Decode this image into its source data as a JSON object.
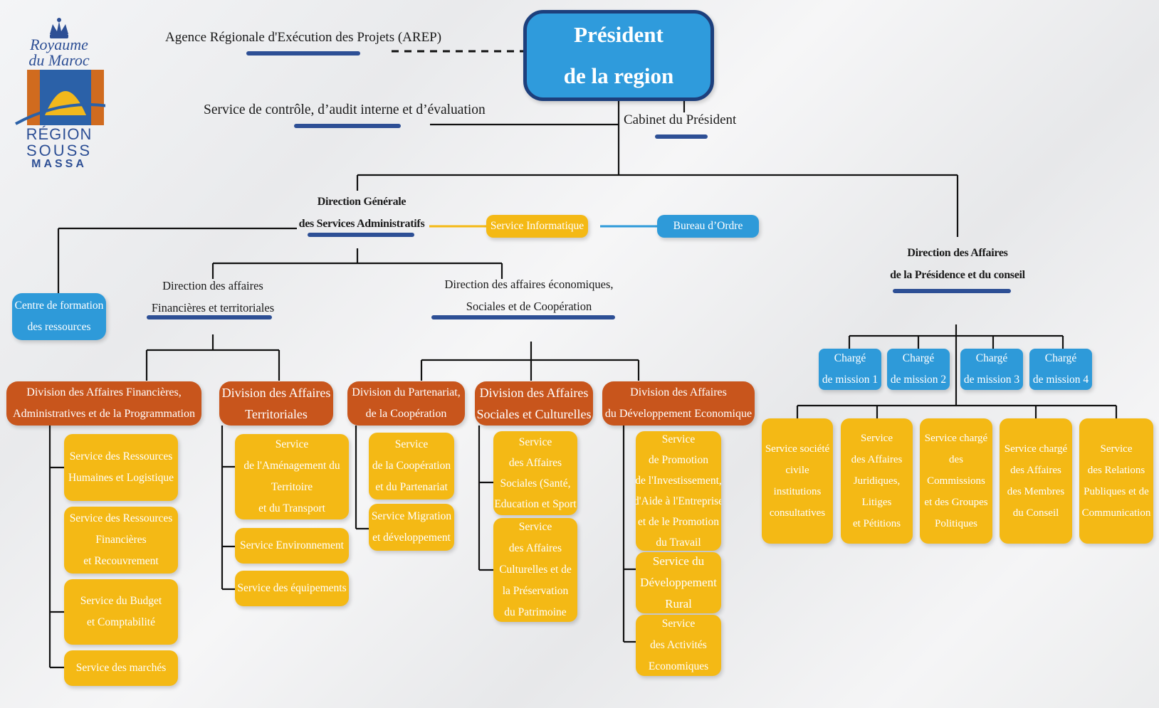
{
  "logo": {
    "line1": "Royaume",
    "line2": "du Maroc",
    "line3": "RÉGION",
    "line4": "SOUSS",
    "line5": "MASSA"
  },
  "president": [
    "Président",
    "de la region"
  ],
  "arep": "Agence Régionale d'Exécution des Projets (AREP)",
  "audit": "Service  de contrôle, d’audit interne et d’évaluation",
  "cabinet": "Cabinet du Président",
  "dgsa": [
    "Direction Générale",
    "des Services Administratifs"
  ],
  "service_informatique": "Service Informatique",
  "bureau_ordre": "Bureau d’Ordre",
  "centre_formation": [
    "Centre de formation",
    "des ressources"
  ],
  "dir_fin": [
    "Direction des affaires",
    "Financières et territoriales"
  ],
  "dir_eco": [
    "Direction des affaires économiques,",
    "Sociales et de Coopération"
  ],
  "dir_presidence": [
    "Direction des Affaires",
    "de la  Présidence et du conseil"
  ],
  "divisions": {
    "fin_admin": [
      "Division  des Affaires Financières,",
      "Administratives et de la Programmation"
    ],
    "territoriales": [
      "Division des Affaires",
      "Territoriales"
    ],
    "partenariat": [
      "Division du Partenariat,",
      "de la Coopération"
    ],
    "sociales": [
      "Division des Affaires",
      "Sociales et Culturelles"
    ],
    "developpement": [
      "Division des Affaires",
      "du Développement Economique"
    ]
  },
  "services_fin": [
    [
      "Service  des Ressources",
      "Humaines et Logistique"
    ],
    [
      "Service des Ressources",
      "Financières",
      "et Recouvrement"
    ],
    [
      "Service du Budget",
      "et Comptabilité"
    ],
    [
      "Service des marchés"
    ]
  ],
  "services_terr": [
    [
      "Service",
      "de l'Aménagement du",
      "Territoire",
      "et du Transport"
    ],
    [
      "Service Environnement"
    ],
    [
      "Service des équipements"
    ]
  ],
  "services_part": [
    [
      "Service",
      "de la Coopération",
      "et du Partenariat"
    ],
    [
      "Service Migration",
      "et développement"
    ]
  ],
  "services_soc": [
    [
      "Service",
      "des Affaires",
      "Sociales (Santé,",
      "Education et Sport"
    ],
    [
      "Service",
      "des Affaires",
      "Culturelles et de",
      "la Préservation",
      "du Patrimoine"
    ]
  ],
  "services_dev": [
    [
      "Service",
      "de Promotion",
      "de l'Investissement,",
      "d'Aide à l'Entreprise",
      "et de le Promotion",
      "du Travail"
    ],
    [
      "Service du",
      "Développement",
      "Rural"
    ],
    [
      "Service",
      "des Activités",
      "Economiques"
    ]
  ],
  "charges": [
    [
      "Chargé",
      "de mission 1"
    ],
    [
      "Chargé",
      "de mission 2"
    ],
    [
      "Chargé",
      "de mission 3"
    ],
    [
      "Chargé",
      "de mission 4"
    ]
  ],
  "services_pres": [
    [
      "Service société",
      "civile",
      "institutions",
      "consultatives"
    ],
    [
      "Service",
      "des Affaires",
      "Juridiques,",
      "Litiges",
      "et Pétitions"
    ],
    [
      "Service chargé",
      "des",
      "Commissions",
      "et des Groupes",
      "Politiques"
    ],
    [
      "Service chargé",
      "des Affaires",
      "des Membres",
      "du Conseil"
    ],
    [
      "Service",
      "des Relations",
      "Publiques et de",
      "Communication"
    ]
  ],
  "colors": {
    "yellow": "#f4b915",
    "orange": "#c8551c",
    "blue": "#2e9ad9",
    "navy": "#1d3f7c"
  }
}
